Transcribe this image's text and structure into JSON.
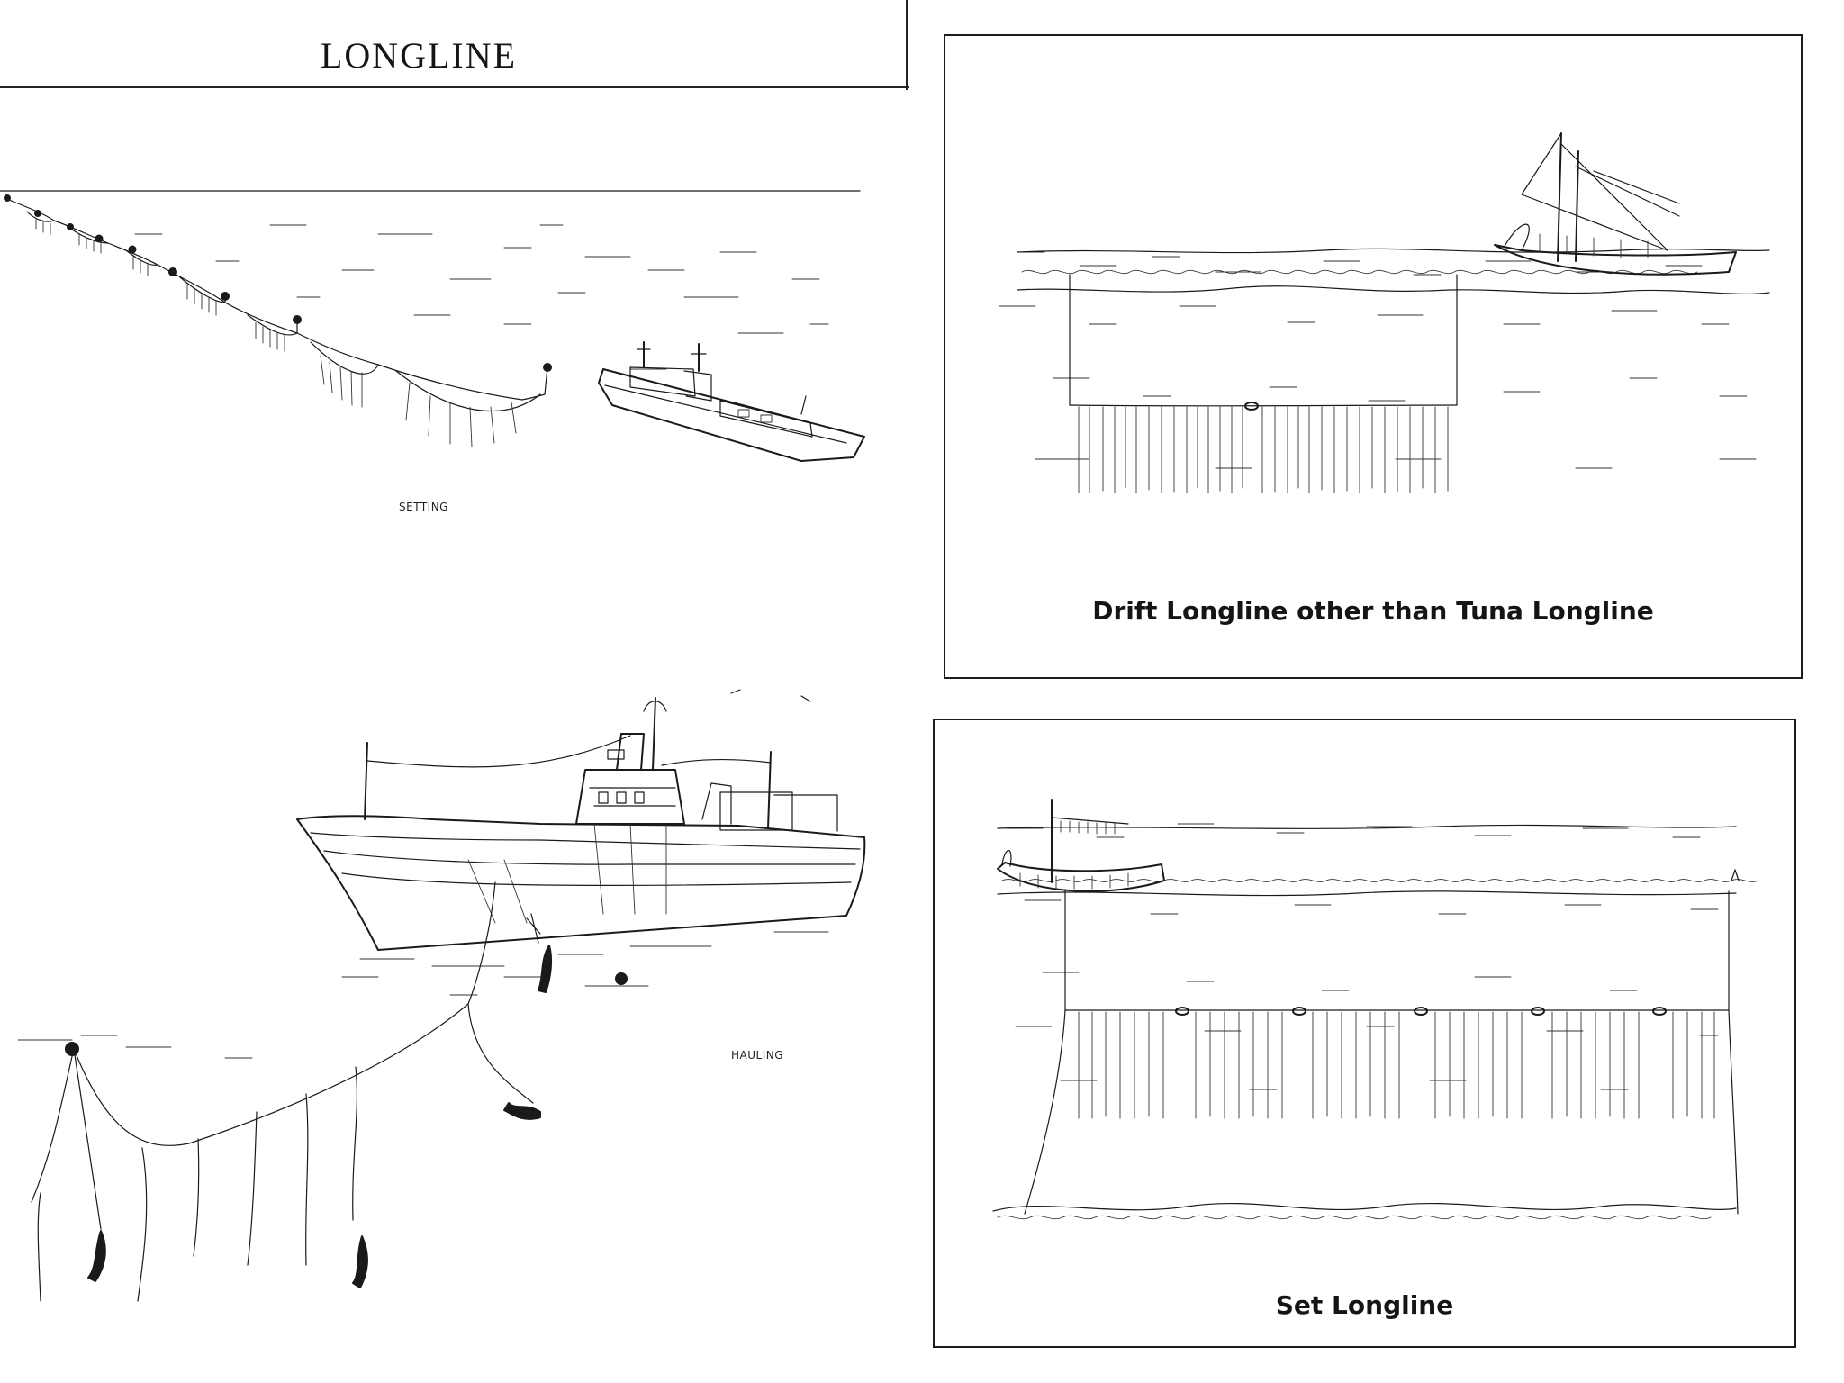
{
  "page": {
    "title": "LONGLINE"
  },
  "setting": {
    "caption": "SETTING"
  },
  "hauling": {
    "caption": "HAULING"
  },
  "drift_panel": {
    "caption": "Drift Longline other than Tuna Longline"
  },
  "set_panel": {
    "caption": "Set Longline"
  }
}
